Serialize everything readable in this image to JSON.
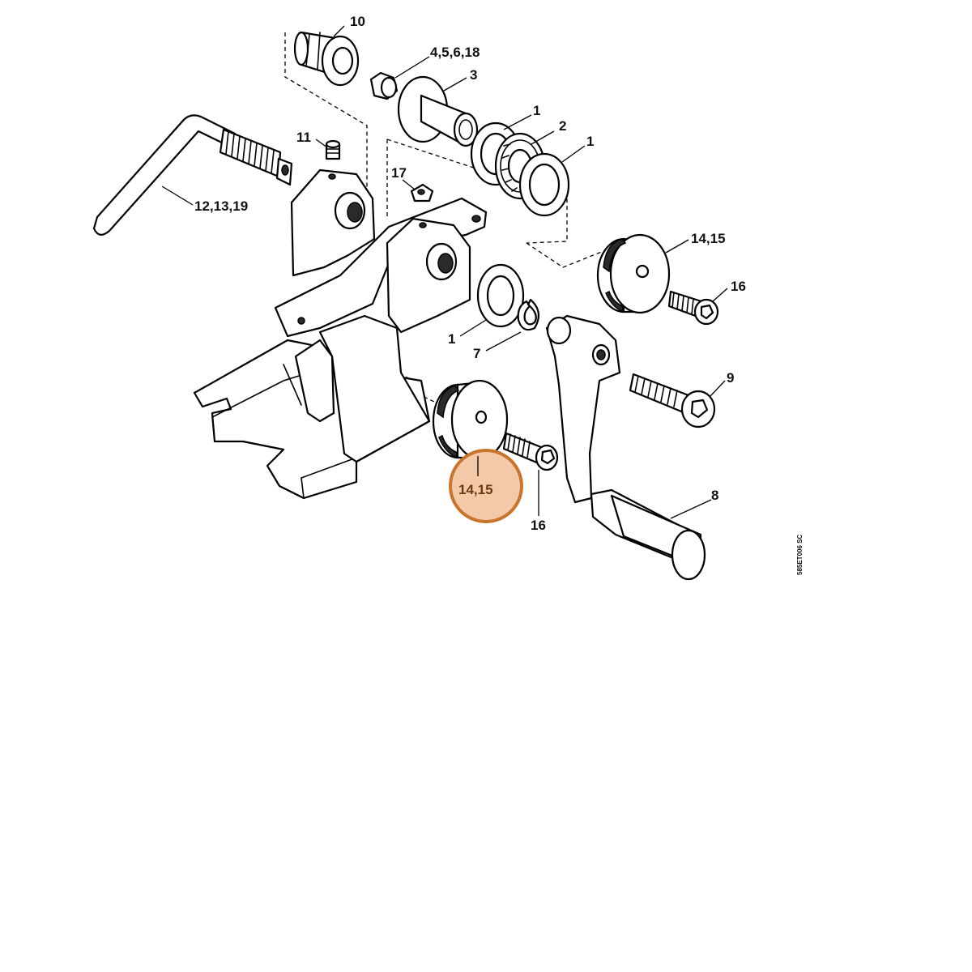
{
  "diagram": {
    "drawing_code": "585ET006 SC",
    "highlight_color": "#f4c9a8",
    "highlight_border": "#c8742a",
    "callouts": {
      "c10": "10",
      "c4_5_6_18": "4,5,6,18",
      "c3": "3",
      "c1_top": "1",
      "c2": "2",
      "c1_right": "1",
      "c11": "11",
      "c17": "17",
      "c12_13_19": "12,13,19",
      "c14_15_top": "14,15",
      "c16_top": "16",
      "c1_mid": "1",
      "c7": "7",
      "c9": "9",
      "c14_15_selected": "14,15",
      "c16_bottom": "16",
      "c8": "8"
    }
  }
}
